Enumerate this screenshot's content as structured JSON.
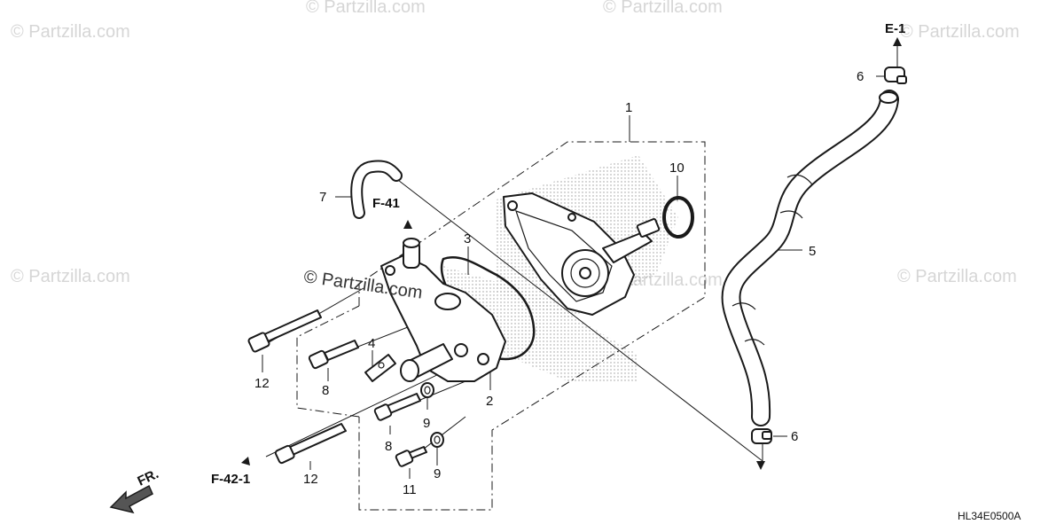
{
  "watermarks": [
    "© Partzilla.com",
    "© Partzilla.com",
    "© Partzilla.com",
    "© Partzilla.com",
    "© Partzilla.com",
    "© Partzilla.com",
    "© Partzilla.com"
  ],
  "center_watermark": "© Partzilla.com",
  "references": [
    "E-1",
    "F-41",
    "F-42-1",
    "FR."
  ],
  "callouts": [
    "1",
    "2",
    "3",
    "4",
    "5",
    "6",
    "6",
    "7",
    "8",
    "8",
    "9",
    "9",
    "10",
    "11",
    "12",
    "12"
  ],
  "diagram_code": "HL34E0500A"
}
